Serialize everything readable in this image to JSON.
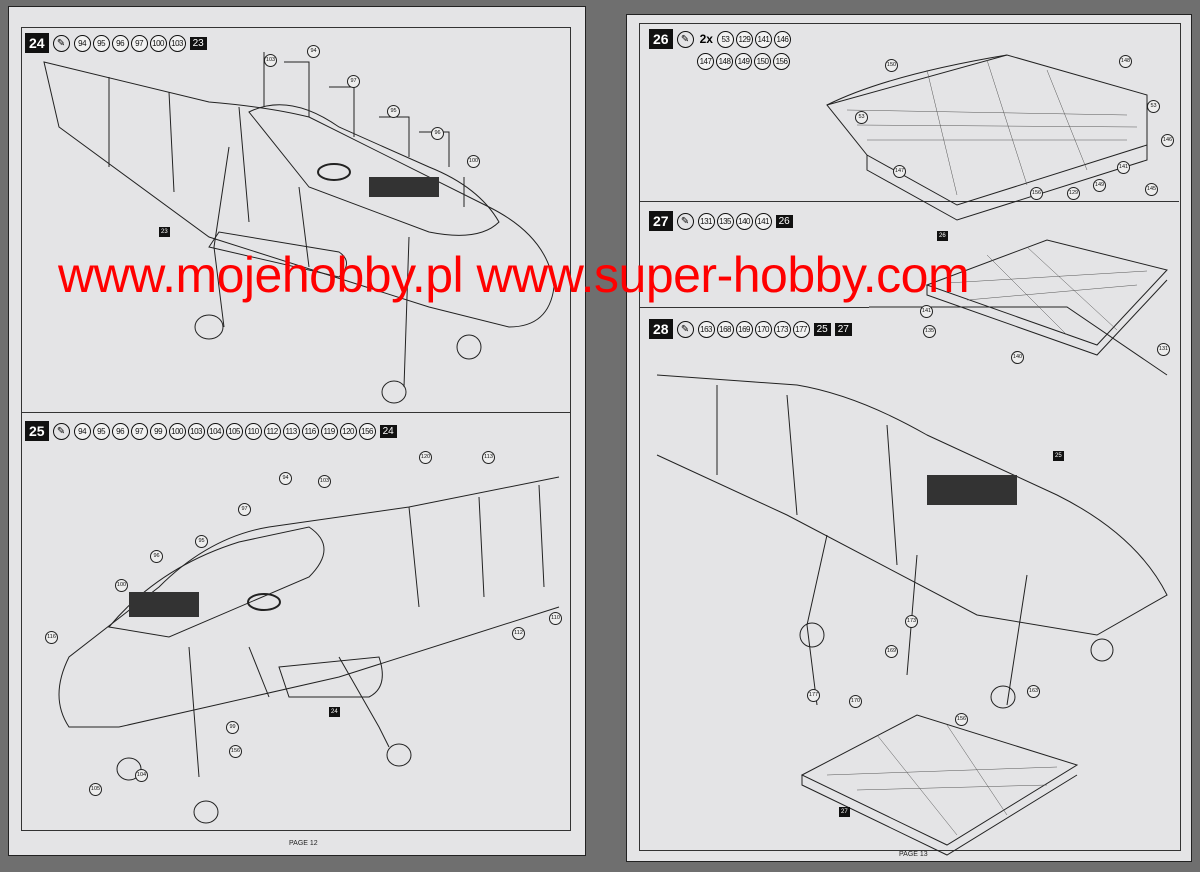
{
  "pages": [
    {
      "page_label": "PAGE 12",
      "steps": [
        {
          "number": "24",
          "parts": [
            "94",
            "95",
            "96",
            "97",
            "100",
            "103"
          ],
          "ref": "23",
          "callouts": [
            "103",
            "94",
            "97",
            "95",
            "96",
            "100"
          ],
          "assembly": "23"
        },
        {
          "number": "25",
          "parts": [
            "94",
            "95",
            "96",
            "97",
            "99",
            "100",
            "103",
            "104",
            "105",
            "110",
            "112",
            "113",
            "116",
            "119",
            "120",
            "156"
          ],
          "ref": "24",
          "callouts": [
            "120",
            "113",
            "94",
            "103",
            "97",
            "95",
            "96",
            "100",
            "116",
            "112",
            "110",
            "99",
            "156",
            "105",
            "104"
          ],
          "assembly": "24"
        }
      ]
    },
    {
      "page_label": "PAGE 13",
      "steps": [
        {
          "number": "26",
          "multiplier": "2x",
          "parts": [
            "53",
            "129",
            "141",
            "146",
            "147",
            "148",
            "149",
            "150",
            "156"
          ],
          "callouts": [
            "150",
            "148",
            "53",
            "53",
            "146",
            "147",
            "141",
            "149",
            "156",
            "129",
            "145"
          ]
        },
        {
          "number": "27",
          "parts": [
            "131",
            "135",
            "140",
            "141"
          ],
          "ref": "26",
          "callouts": [
            "141",
            "135",
            "140",
            "131"
          ],
          "assembly": "26"
        },
        {
          "number": "28",
          "parts": [
            "163",
            "168",
            "169",
            "170",
            "173",
            "177"
          ],
          "refs": [
            "25",
            "27"
          ],
          "callouts": [
            "173",
            "169",
            "177",
            "170",
            "156",
            "163"
          ],
          "assembly": [
            "25",
            "27"
          ]
        }
      ]
    }
  ],
  "watermark": "www.mojehobby.pl www.super-hobby.com",
  "colors": {
    "watermark": "#ff0000",
    "paper": "#e4e4e6",
    "step_badge": "#111111"
  }
}
